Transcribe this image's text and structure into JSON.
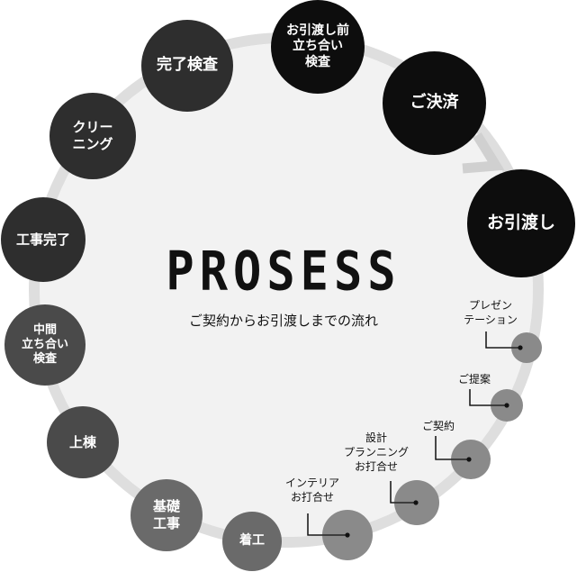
{
  "title": "PROSESS",
  "subtitle": "ご契約からお引渡しまでの流れ",
  "colors": {
    "ring": "#dedede",
    "center_fill": "#f2f2f2",
    "arrow": "#d0d0d0",
    "black": "#0d0d0d",
    "dark": "#2e2e2e",
    "mid": "#4a4a4a",
    "gray": "#6a6a6a",
    "small_fill": "#8a8a8a",
    "line": "#111111"
  },
  "big_steps": [
    {
      "label": "お引渡し前\n立ち合い\n検査",
      "tone": "black"
    },
    {
      "label": "ご決済",
      "tone": "black"
    },
    {
      "label": "お引渡し",
      "tone": "black"
    },
    {
      "label": "完了検査",
      "tone": "dark"
    },
    {
      "label": "クリー\nニング",
      "tone": "dark"
    },
    {
      "label": "工事完了",
      "tone": "dark"
    },
    {
      "label": "中間\n立ち合い\n検査",
      "tone": "mid"
    },
    {
      "label": "上棟",
      "tone": "mid"
    },
    {
      "label": "基礎\n工事",
      "tone": "gray"
    },
    {
      "label": "着工",
      "tone": "gray"
    }
  ],
  "small_steps": [
    {
      "label": "プレゼン\nテーション"
    },
    {
      "label": "ご提案"
    },
    {
      "label": "ご契約"
    },
    {
      "label": "設計\nプランニング\nお打合せ"
    },
    {
      "label": "インテリア\nお打合せ"
    }
  ]
}
